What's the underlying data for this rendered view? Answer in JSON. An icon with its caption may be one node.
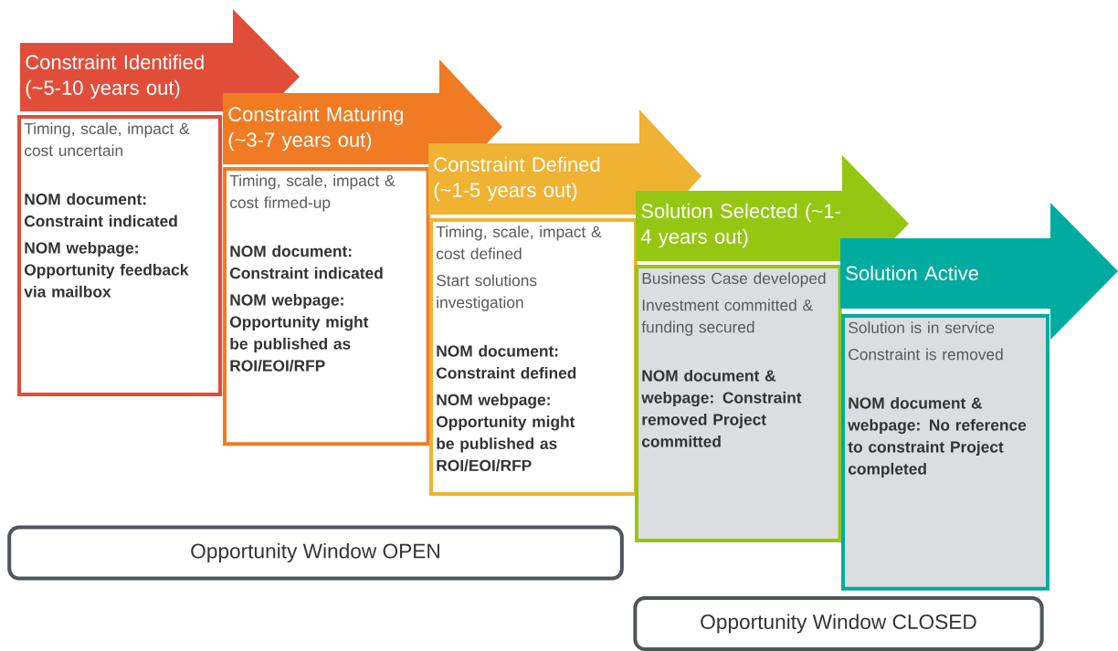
{
  "diagram": {
    "nodes": [
      {
        "text": [
          "Constraint Identified (~5-10 years out)"
        ]
      },
      {
        "text": [
          "Timing, scale, impact & cost uncertain",
          "NOM document: Constraint indicated",
          "NOM webpage: Opportunity feedback via mailbox"
        ]
      },
      {
        "text": [
          "Constraint Maturing (~3-7 years out)"
        ]
      },
      {
        "text": [
          "Timing, scale, impact & cost firmed-up",
          "NOM document: Constraint indicated",
          "NOM webpage: Opportunity might be published as ROI/EOI/RFP"
        ]
      },
      {
        "text": [
          "Constraint Defined (~1-5 years out)"
        ]
      },
      {
        "text": [
          "Timing, scale, impact & cost defined",
          "Start solutions investigation",
          "NOM document: Constraint defined",
          "NOM webpage: Opportunity might be published as ROI/EOI/RFP"
        ]
      },
      {
        "text": [
          "Solution Selected (~1-4 years out)"
        ]
      },
      {
        "text": [
          "Business Case developed",
          "Investment committed & funding secured",
          "NOM document & webpage: Constraint removed Project committed"
        ]
      },
      {
        "text": [
          "Solution Active"
        ]
      },
      {
        "text": [
          "Solution is in service",
          "Constraint is removed",
          "NOM document & webpage: No reference to constraint Project completed"
        ]
      },
      {
        "text": [
          "Opportunity Window OPEN"
        ]
      },
      {
        "text": [
          "Opportunity Window CLOSED"
        ]
      }
    ]
  }
}
